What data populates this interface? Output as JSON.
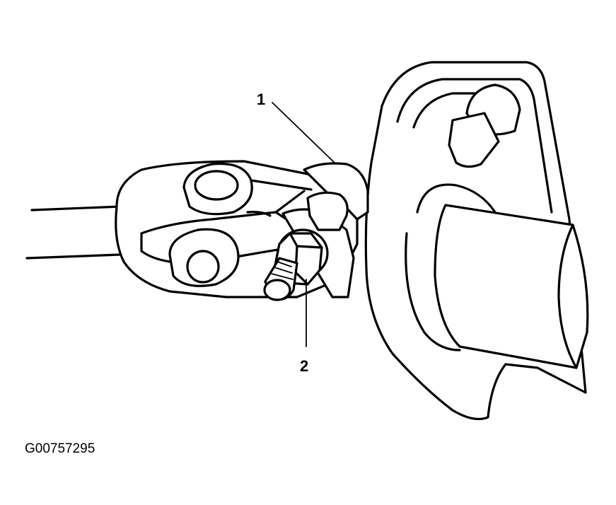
{
  "diagram": {
    "callouts": [
      {
        "id": "callout-1",
        "text": "1"
      },
      {
        "id": "callout-2",
        "text": "2"
      }
    ],
    "figure_id": "G00757295",
    "colors": {
      "line": "#000000",
      "background": "#ffffff"
    }
  }
}
